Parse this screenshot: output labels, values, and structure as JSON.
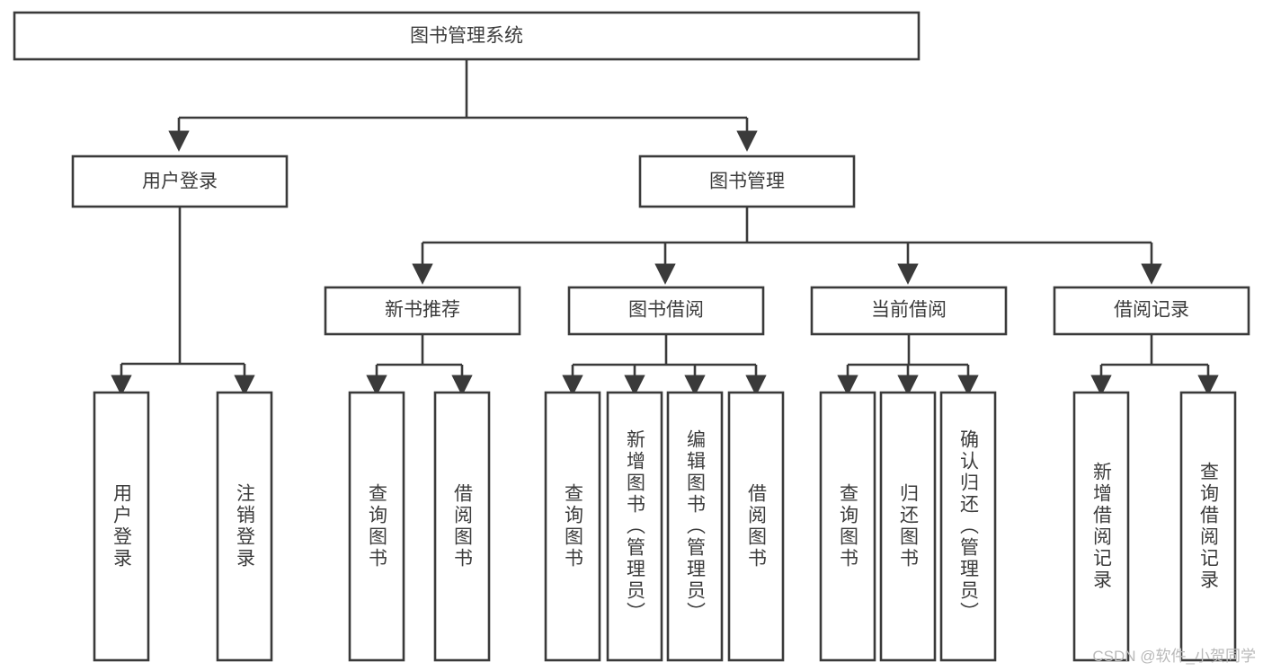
{
  "diagram": {
    "title": "图书管理系统",
    "type": "hierarchy-tree",
    "root": {
      "id": "root",
      "label": "图书管理系统"
    },
    "level2": [
      {
        "id": "user-login",
        "label": "用户登录"
      },
      {
        "id": "book-management",
        "label": "图书管理"
      }
    ],
    "level3": [
      {
        "id": "new-book-recommend",
        "label": "新书推荐",
        "parent": "book-management"
      },
      {
        "id": "book-borrow",
        "label": "图书借阅",
        "parent": "book-management"
      },
      {
        "id": "current-borrow",
        "label": "当前借阅",
        "parent": "book-management"
      },
      {
        "id": "borrow-record",
        "label": "借阅记录",
        "parent": "book-management"
      }
    ],
    "leaves": [
      {
        "id": "leaf-user-login",
        "label": "用户登录",
        "parent": "user-login"
      },
      {
        "id": "leaf-logout",
        "label": "注销登录",
        "parent": "user-login"
      },
      {
        "id": "leaf-query-book-1",
        "label": "查询图书",
        "parent": "new-book-recommend"
      },
      {
        "id": "leaf-borrow-book-1",
        "label": "借阅图书",
        "parent": "new-book-recommend"
      },
      {
        "id": "leaf-query-book-2",
        "label": "查询图书",
        "parent": "book-borrow"
      },
      {
        "id": "leaf-add-book",
        "label": "新增图书（管理员）",
        "parent": "book-borrow"
      },
      {
        "id": "leaf-edit-book",
        "label": "编辑图书（管理员）",
        "parent": "book-borrow"
      },
      {
        "id": "leaf-borrow-book-2",
        "label": "借阅图书",
        "parent": "book-borrow"
      },
      {
        "id": "leaf-query-book-3",
        "label": "查询图书",
        "parent": "current-borrow"
      },
      {
        "id": "leaf-return-book",
        "label": "归还图书",
        "parent": "current-borrow"
      },
      {
        "id": "leaf-confirm-return",
        "label": "确认归还（管理员）",
        "parent": "current-borrow"
      },
      {
        "id": "leaf-add-record",
        "label": "新增借阅记录",
        "parent": "borrow-record"
      },
      {
        "id": "leaf-query-record",
        "label": "查询借阅记录",
        "parent": "borrow-record"
      }
    ]
  },
  "watermark": {
    "text": "CSDN @软件_小贺同学"
  },
  "colors": {
    "stroke": "#3a3a3a",
    "box_fill": "#ffffff",
    "text": "#3c3c3c",
    "background": "#ffffff",
    "watermark": "#b9b9b9"
  }
}
